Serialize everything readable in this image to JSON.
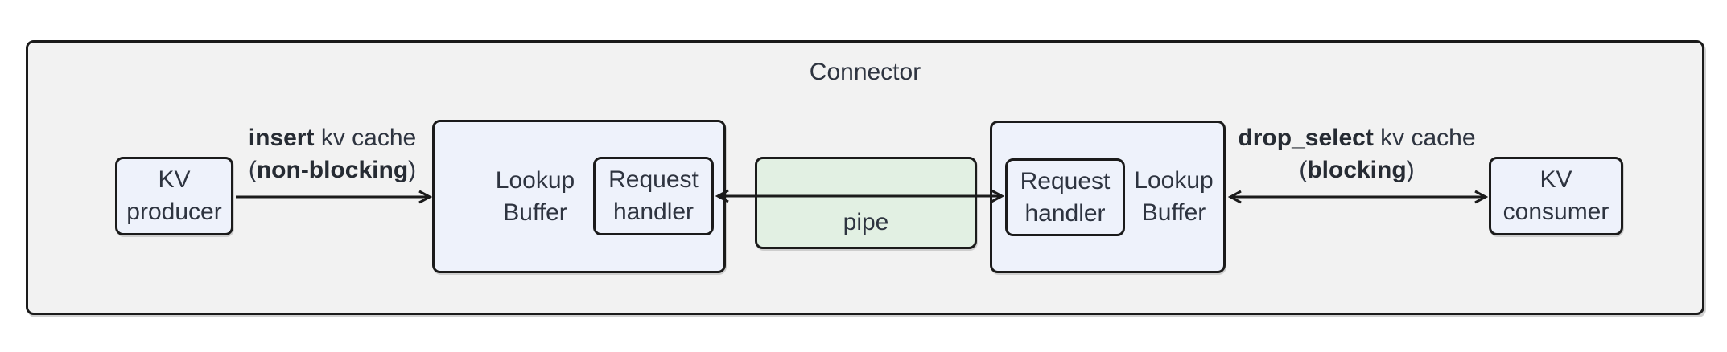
{
  "diagram": {
    "title": "Connector",
    "nodes": {
      "kv_producer": {
        "line1": "KV",
        "line2": "producer"
      },
      "lookup_buffer_left": {
        "line1": "Lookup",
        "line2": "Buffer"
      },
      "request_handler_left": {
        "line1": "Request",
        "line2": "handler"
      },
      "pipe": {
        "label": "pipe"
      },
      "request_handler_right": {
        "line1": "Request",
        "line2": "handler"
      },
      "lookup_buffer_right": {
        "line1": "Lookup",
        "line2": "Buffer"
      },
      "kv_consumer": {
        "line1": "KV",
        "line2": "consumer"
      }
    },
    "edges": {
      "insert": {
        "line1_bold": "insert",
        "line1_rest": " kv cache",
        "line2_open": "(",
        "line2_bold": "non-blocking",
        "line2_close": ")"
      },
      "drop_select": {
        "line1_bold": "drop_select",
        "line1_rest": " kv cache",
        "line2_open": "(",
        "line2_bold": "blocking",
        "line2_close": ")"
      }
    },
    "colors": {
      "container_fill": "#f2f2f2",
      "node_fill": "#eef2fb",
      "pipe_fill": "#e2f0e3",
      "border": "#1b1b1b",
      "text": "#2e3440"
    }
  }
}
